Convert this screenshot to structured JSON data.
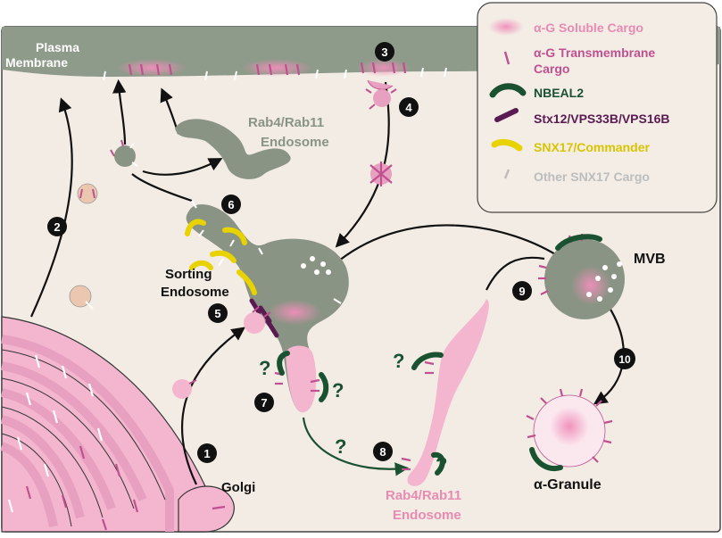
{
  "labels": {
    "plasma_membrane_line1": "Plasma",
    "plasma_membrane_line2": "Membrane",
    "rab_endosome_top_line1": "Rab4/Rab11",
    "rab_endosome_top_line2": "Endosome",
    "sorting_endosome_line1": "Sorting",
    "sorting_endosome_line2": "Endosome",
    "golgi": "Golgi",
    "mvb": "MVB",
    "alpha_granule": "α-Granule",
    "rab_endosome_bottom_line1": "Rab4/Rab11",
    "rab_endosome_bottom_line2": "Endosome",
    "question_mark": "?"
  },
  "steps": [
    "1",
    "2",
    "3",
    "4",
    "5",
    "6",
    "7",
    "8",
    "9",
    "10"
  ],
  "legend": {
    "items": [
      {
        "label": "α-G Soluble Cargo",
        "color": "#e88bb3",
        "icon": "soluble-cargo-icon"
      },
      {
        "label_line1": "α-G Transmembrane",
        "label_line2": "Cargo",
        "color": "#c0508f",
        "icon": "transmembrane-cargo-icon"
      },
      {
        "label": "NBEAL2",
        "color": "#1a5130",
        "icon": "nbeal2-icon"
      },
      {
        "label": "Stx12/VPS33B/VPS16B",
        "color": "#5a1a52",
        "icon": "stx12-icon"
      },
      {
        "label": "SNX17/Commander",
        "color": "#d9c400",
        "icon": "snx17-icon"
      },
      {
        "label": "Other SNX17 Cargo",
        "color": "#bdbdbd",
        "icon": "other-cargo-icon"
      }
    ]
  },
  "colors": {
    "cytoplasm": "#f2ece4",
    "membrane": "#8e9a8a",
    "endosome_gray": "#8a9484",
    "pink": "#f4b6cf",
    "pink_dark": "#e88bb3",
    "cargo": "#c0508f",
    "nbeal2": "#1a5130",
    "stx12": "#5a1a52",
    "snx17": "#e8d200",
    "legend_bg": "#f3ede6",
    "legend_text": "#d9579a"
  }
}
